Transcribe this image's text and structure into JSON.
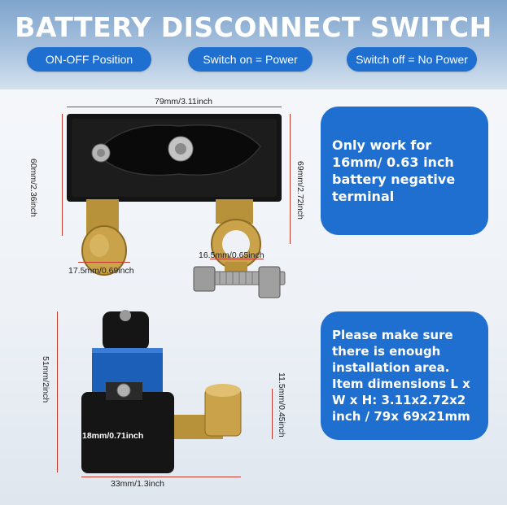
{
  "title": "BATTERY DISCONNECT SWITCH",
  "pills": [
    "ON-OFF Position",
    "Switch on = Power",
    "Switch off = No Power"
  ],
  "cards": {
    "top": "Only work for 16mm/ 0.63 inch battery negative terminal",
    "bottom": "Please make sure there is enough installation area. Item dimensions L x W x H: 3.11x2.72x2 inch / 79x 69x21mm"
  },
  "dimensions": {
    "top_width": "79mm/3.11inch",
    "left_height": "60mm/2.36inch",
    "right_height": "69mm/2.72inch",
    "tab_width": "17.5mm/0.69inch",
    "clamp_width": "16.5mm/0.65inch",
    "side_height": "51mm/2inch",
    "stud_height": "11.5mm/0.45inch",
    "base_label": "18mm/0.71inch",
    "bottom_width": "33mm/1.3inch"
  },
  "colors": {
    "accent": "#1f6fd1",
    "dim_line": "#c0392b"
  }
}
